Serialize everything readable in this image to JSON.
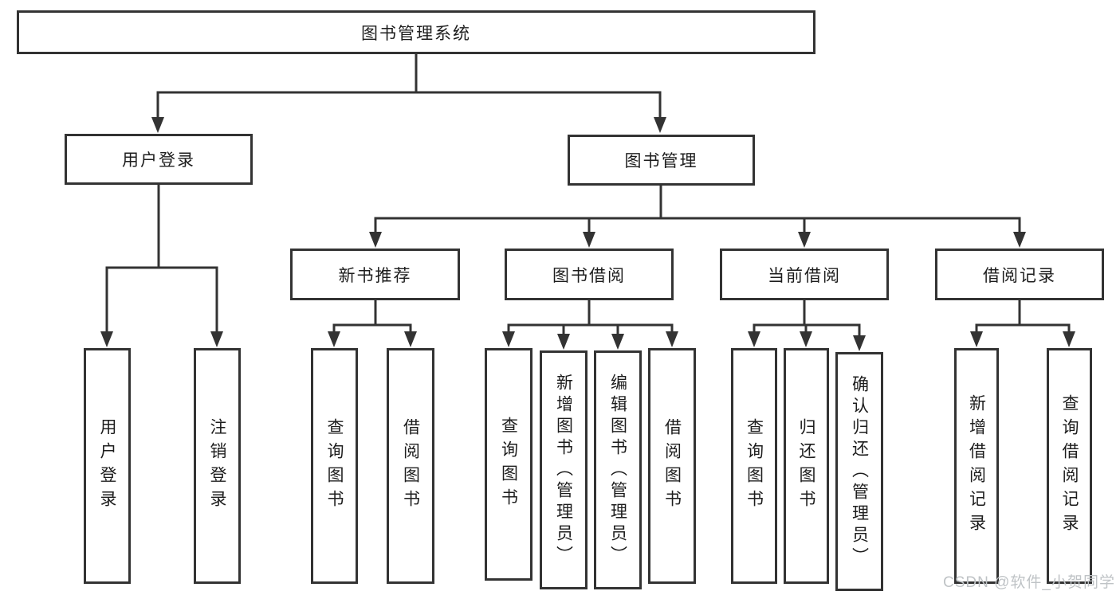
{
  "tree": {
    "root": "图书管理系统",
    "branches": [
      {
        "label": "用户登录",
        "children": [
          "用户登录",
          "注销登录"
        ]
      },
      {
        "label": "图书管理",
        "groups": [
          {
            "label": "新书推荐",
            "children": [
              "查询图书",
              "借阅图书"
            ]
          },
          {
            "label": "图书借阅",
            "children": [
              "查询图书",
              "新增图书（管理员）",
              "编辑图书（管理员）",
              "借阅图书"
            ]
          },
          {
            "label": "当前借阅",
            "children": [
              "查询图书",
              "归还图书",
              "确认归还（管理员）"
            ]
          },
          {
            "label": "借阅记录",
            "children": [
              "新增借阅记录",
              "查询借阅记录"
            ]
          }
        ]
      }
    ]
  },
  "watermark": "CSDN @软件_小贺同学",
  "colors": {
    "line": "#333333",
    "text": "#1d1d1d",
    "watermark": "#bfc3c6",
    "background": "#ffffff"
  }
}
